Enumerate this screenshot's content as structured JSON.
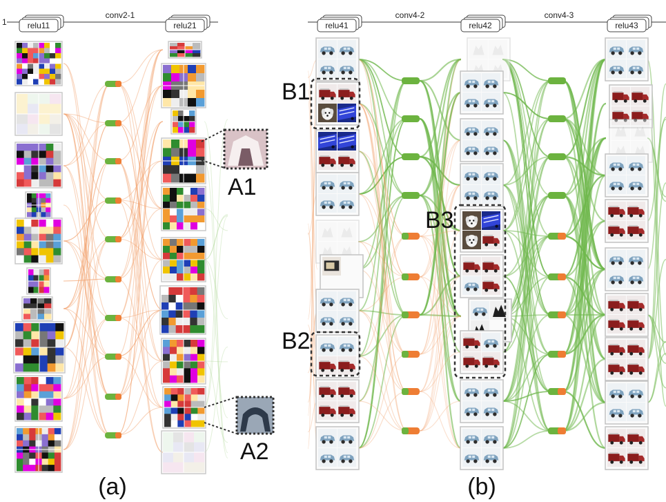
{
  "panel_a": {
    "layer_left": "relu11",
    "layer_right": "relu21",
    "connection_label": "conv2-1",
    "left_cut_label": "1",
    "callouts": [
      "A1",
      "A2"
    ],
    "caption": "(a)"
  },
  "panel_b": {
    "layers": [
      "relu41",
      "relu42",
      "relu43"
    ],
    "connection_labels": [
      "conv4-2",
      "conv4-3"
    ],
    "callouts": [
      "B1",
      "B2",
      "B3"
    ],
    "caption": "(b)"
  },
  "colors": {
    "edge_orange": "#f2a06a",
    "edge_green": "#6fb84d",
    "node_orange": "#ee7d34",
    "node_green": "#6cb33f",
    "callout_border": "#333333"
  },
  "icons": [
    "car-icon",
    "firetruck-icon",
    "dog-icon",
    "bus-icon",
    "tv-icon"
  ]
}
